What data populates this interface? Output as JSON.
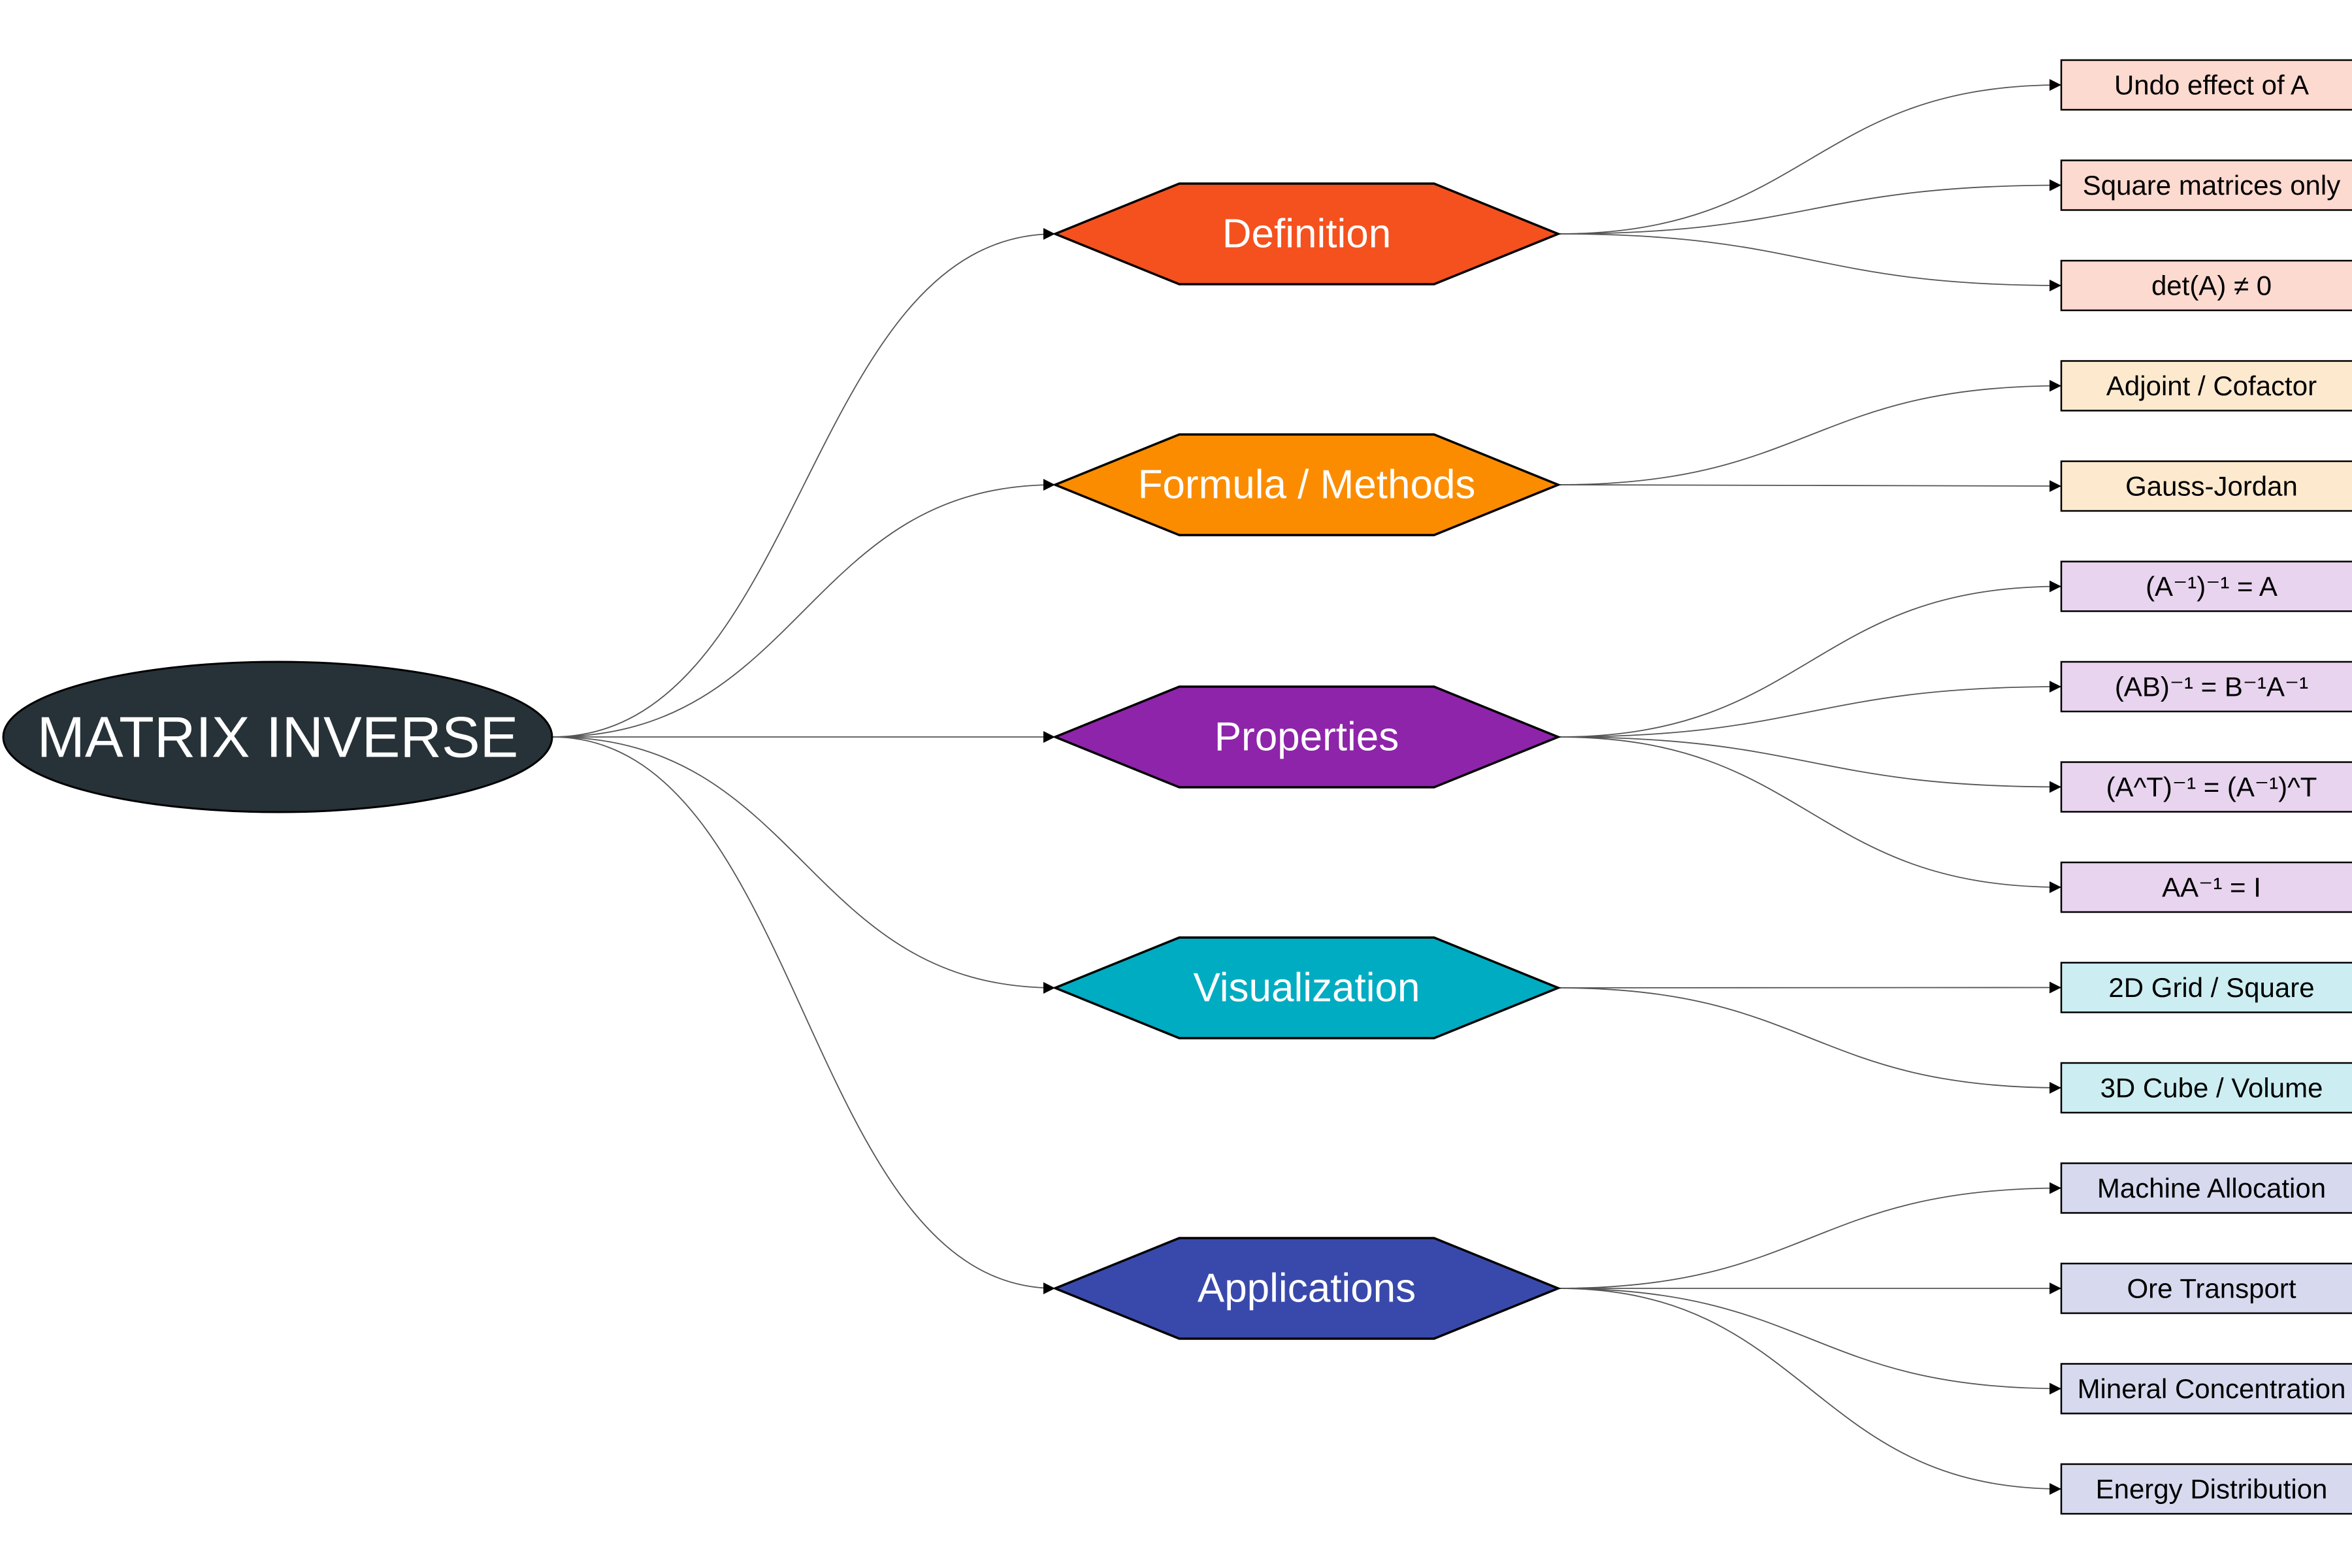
{
  "root": {
    "label": "MATRIX INVERSE",
    "color": "#263238"
  },
  "categories": [
    {
      "id": "definition",
      "label": "Definition",
      "color": "#F4511E",
      "leaf_color": "#FDDAD0",
      "leaves": [
        "Undo effect of A",
        "Square matrices only",
        "det(A) ≠ 0"
      ]
    },
    {
      "id": "formula",
      "label": "Formula / Methods",
      "color": "#FB8C00",
      "leaf_color": "#FDE9CE",
      "leaves": [
        "Adjoint / Cofactor",
        "Gauss-Jordan"
      ]
    },
    {
      "id": "properties",
      "label": "Properties",
      "color": "#8E24AA",
      "leaf_color": "#E8D4EE",
      "leaves": [
        "(A⁻¹)⁻¹ = A",
        "(AB)⁻¹ = B⁻¹A⁻¹",
        "(A^T)⁻¹ = (A⁻¹)^T",
        "AA⁻¹ = I"
      ]
    },
    {
      "id": "visualization",
      "label": "Visualization",
      "color": "#00ACC1",
      "leaf_color": "#CCEEF2",
      "leaves": [
        "2D Grid / Square",
        "3D Cube / Volume"
      ]
    },
    {
      "id": "applications",
      "label": "Applications",
      "color": "#3949AB",
      "leaf_color": "#D7DAEE",
      "leaves": [
        "Machine Allocation",
        "Ore Transport",
        "Mineral Concentration",
        "Energy Distribution"
      ]
    }
  ]
}
